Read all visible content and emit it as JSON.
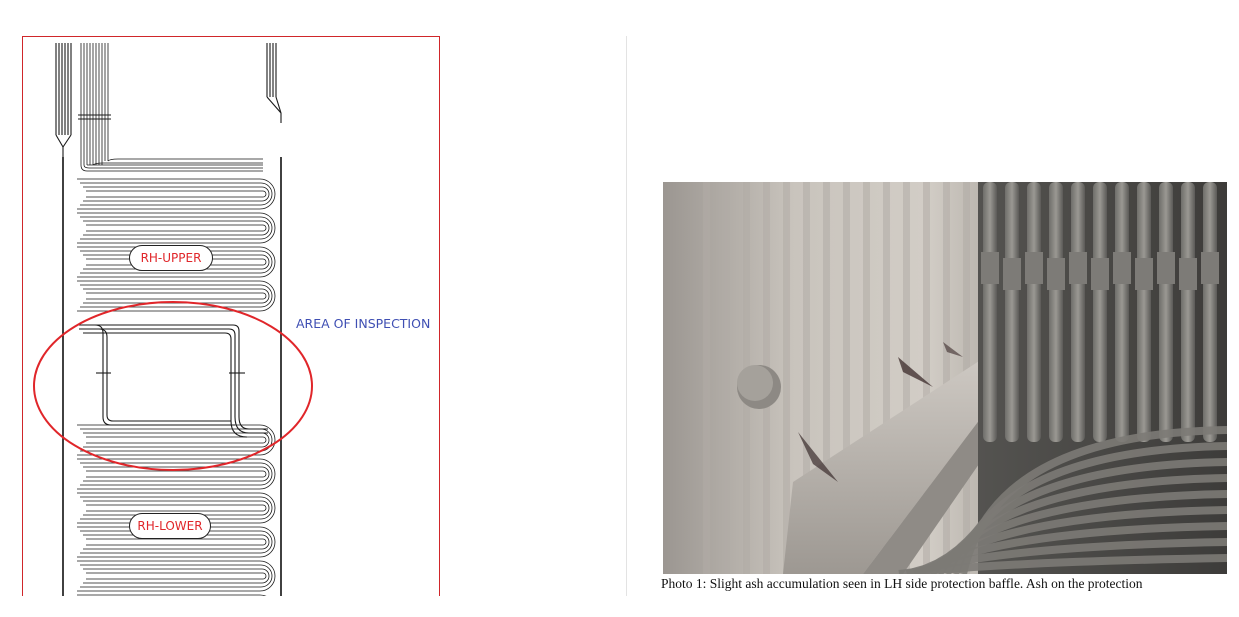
{
  "diagram": {
    "upper_label": "RH-UPPER",
    "lower_label": "RH-LOWER",
    "area_label": "AREA OF INSPECTION",
    "colors": {
      "frame": "#d0262a",
      "highlight": "#e0262a",
      "area_text": "#3f4fb3"
    }
  },
  "photo": {
    "caption": "Photo 1: Slight ash accumulation seen in LH side protection baffle. Ash on the protection"
  }
}
